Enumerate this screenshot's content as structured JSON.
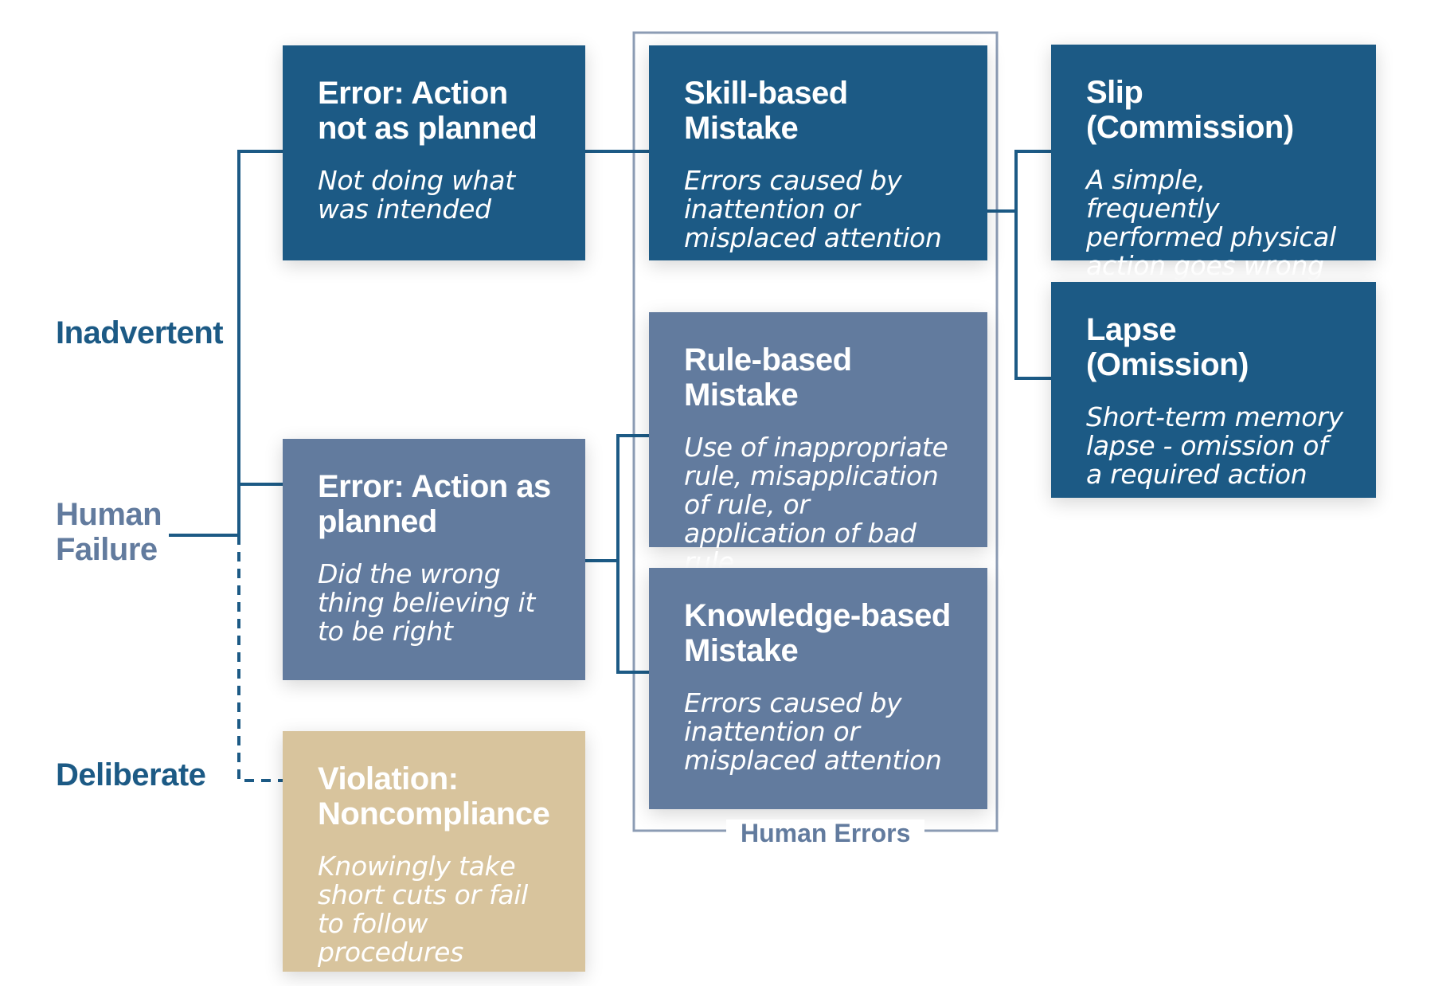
{
  "labels": {
    "inadvertent": "Inadvertent",
    "human_failure": "Human Failure",
    "deliberate": "Deliberate",
    "human_errors": "Human Errors"
  },
  "nodes": {
    "action_not_planned": {
      "title": "Error: Action not as planned",
      "desc": "Not doing what was intended"
    },
    "action_planned": {
      "title": "Error: Action as planned",
      "desc": "Did the wrong thing believing it to be right"
    },
    "violation": {
      "title": "Violation: Noncompliance",
      "desc": "Knowingly take short cuts or fail to follow procedures"
    },
    "skill_based": {
      "title": "Skill-based Mistake",
      "desc": "Errors caused by inattention or misplaced attention"
    },
    "rule_based": {
      "title": "Rule-based Mistake",
      "desc": "Use of inappropriate rule, misapplication of rule, or application of bad rule"
    },
    "knowledge_based": {
      "title": "Knowledge-based Mistake",
      "desc": "Errors caused by inattention or misplaced attention"
    },
    "slip": {
      "title": "Slip (Commission)",
      "desc": "A simple, frequently performed physical action goes wrong"
    },
    "lapse": {
      "title": "Lapse (Omission)",
      "desc": "Short-term memory lapse - omission of a required action"
    }
  },
  "edges": [
    {
      "from": "human_failure",
      "to": "action_not_planned",
      "style": "solid"
    },
    {
      "from": "human_failure",
      "to": "action_planned",
      "style": "solid"
    },
    {
      "from": "human_failure",
      "to": "violation",
      "style": "dashed"
    },
    {
      "from": "action_not_planned",
      "to": "skill_based",
      "style": "solid"
    },
    {
      "from": "action_planned",
      "to": "rule_based",
      "style": "solid"
    },
    {
      "from": "action_planned",
      "to": "knowledge_based",
      "style": "solid"
    },
    {
      "from": "skill_based",
      "to": "slip",
      "style": "solid"
    },
    {
      "from": "skill_based",
      "to": "lapse",
      "style": "solid"
    }
  ],
  "colors": {
    "dark_box": "#1c5a85",
    "mid_box": "#627b9e",
    "violation_box": "#d8c49d",
    "connector": "#1c5a85",
    "group_border": "#8c9cb4",
    "label_dark": "#1c5a85",
    "label_mid": "#627b9e"
  }
}
